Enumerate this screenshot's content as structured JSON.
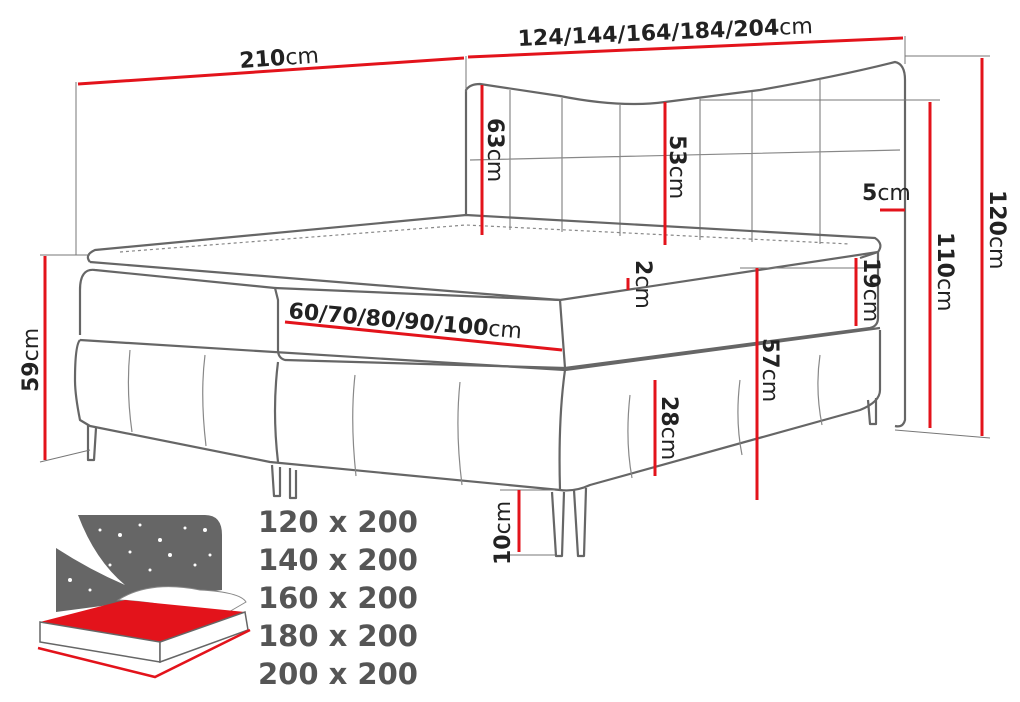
{
  "dimensions": {
    "length": {
      "value": "210",
      "unit": "cm"
    },
    "width": {
      "value": "124/144/164/184/204",
      "unit": "cm"
    },
    "headboard_height_left": {
      "value": "63",
      "unit": "cm"
    },
    "headboard_height_mid": {
      "value": "53",
      "unit": "cm"
    },
    "headboard_thickness": {
      "value": "5",
      "unit": "cm"
    },
    "total_height": {
      "value": "120",
      "unit": "cm"
    },
    "headboard_side_height": {
      "value": "110",
      "unit": "cm"
    },
    "topper_height": {
      "value": "19",
      "unit": "cm"
    },
    "gap": {
      "value": "2",
      "unit": "cm"
    },
    "mattress_width": {
      "value": "60/70/80/90/100",
      "unit": "cm"
    },
    "sleeping_height": {
      "value": "57",
      "unit": "cm"
    },
    "base_height": {
      "value": "28",
      "unit": "cm"
    },
    "leg_height": {
      "value": "10",
      "unit": "cm"
    },
    "side_height": {
      "value": "59",
      "unit": "cm"
    }
  },
  "sizes": [
    "120 x 200",
    "140 x 200",
    "160 x 200",
    "180 x 200",
    "200 x 200"
  ],
  "colors": {
    "accent": "#e3131b",
    "outline": "#666666",
    "icon_gray": "#666666"
  }
}
